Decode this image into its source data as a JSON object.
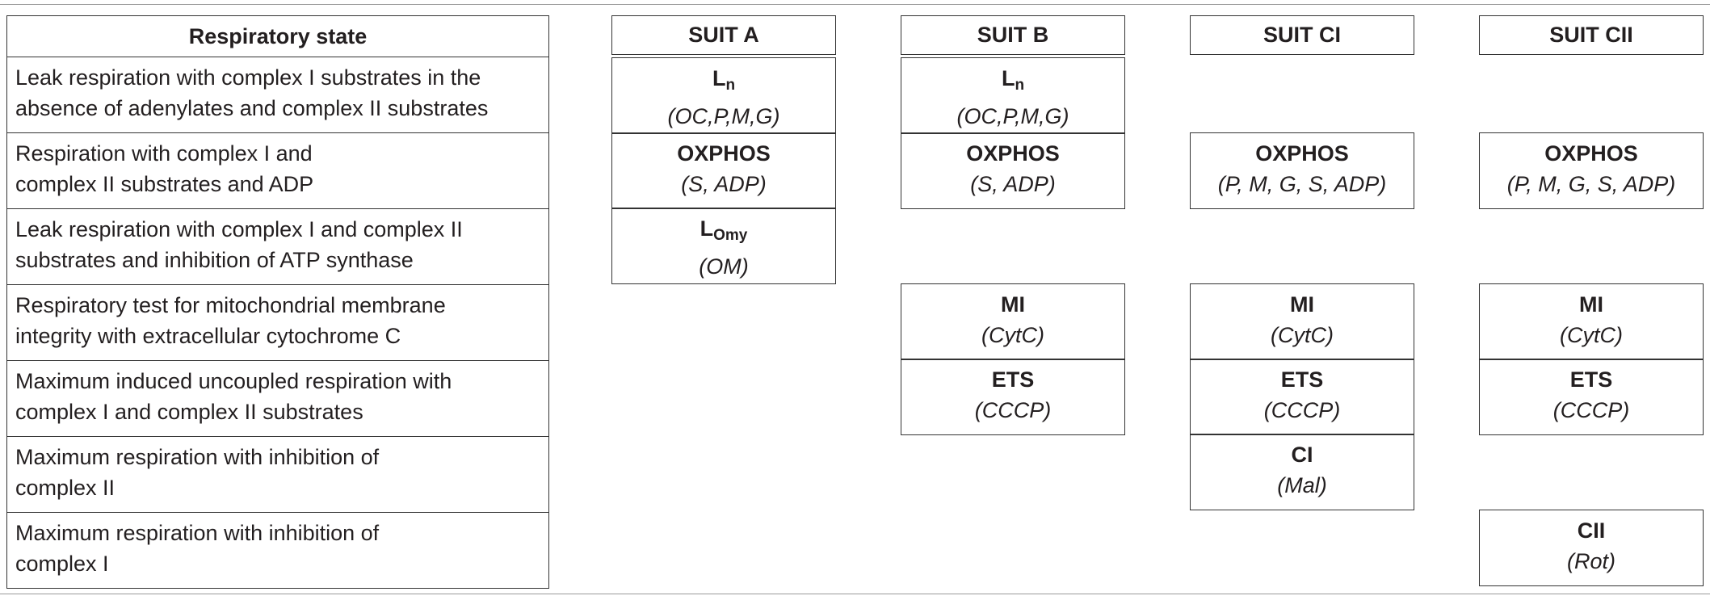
{
  "table": {
    "header": "Respiratory state",
    "states": [
      "Leak respiration with complex I substrates in the absence of adenylates and complex II substrates",
      "Respiration with complex I and complex II substrates and ADP",
      "Leak respiration with complex I and complex II substrates and inhibition of ATP synthase",
      "Respiratory test for mitochondrial membrane integrity with extracellular cytochrome C",
      "Maximum induced uncoupled respiration with complex I and complex II substrates",
      "Maximum respiration with inhibition of complex II",
      "Maximum respiration with inhibition of complex I"
    ],
    "states_lines": [
      [
        "Leak respiration with complex I substrates in the",
        "absence of adenylates and complex II substrates"
      ],
      [
        "Respiration with complex I and",
        "complex II substrates and ADP"
      ],
      [
        "Leak respiration with complex I and complex II",
        "substrates and inhibition of ATP synthase"
      ],
      [
        "Respiratory test for mitochondrial membrane",
        "integrity with extracellular cytochrome C"
      ],
      [
        "Maximum induced uncoupled respiration with",
        "complex I and complex II substrates"
      ],
      [
        "Maximum respiration with inhibition of",
        "complex II"
      ],
      [
        "Maximum respiration with inhibition of",
        "complex I"
      ]
    ],
    "protocols": [
      {
        "label": "SUIT A",
        "cells": [
          {
            "name": "L",
            "sub": "n",
            "agents": "(OC,P,M,G)"
          },
          {
            "name": "OXPHOS",
            "sub": "",
            "agents": "(S, ADP)"
          },
          {
            "name": "L",
            "sub": "Omy",
            "agents": "(OM)"
          }
        ]
      },
      {
        "label": "SUIT B",
        "cells": [
          {
            "name": "L",
            "sub": "n",
            "agents": "(OC,P,M,G)"
          },
          {
            "name": "OXPHOS",
            "sub": "",
            "agents": "(S, ADP)"
          },
          {
            "name": "MI",
            "sub": "",
            "agents": "(CytC)"
          },
          {
            "name": "ETS",
            "sub": "",
            "agents": "(CCCP)"
          }
        ]
      },
      {
        "label": "SUIT CI",
        "cells": [
          {
            "name": "OXPHOS",
            "sub": "",
            "agents": "(P, M, G, S, ADP)"
          },
          {
            "name": "MI",
            "sub": "",
            "agents": "(CytC)"
          },
          {
            "name": "ETS",
            "sub": "",
            "agents": "(CCCP)"
          },
          {
            "name": "CI",
            "sub": "",
            "agents": "(Mal)"
          }
        ]
      },
      {
        "label": "SUIT CII",
        "cells": [
          {
            "name": "OXPHOS",
            "sub": "",
            "agents": "(P, M, G, S, ADP)"
          },
          {
            "name": "MI",
            "sub": "",
            "agents": "(CytC)"
          },
          {
            "name": "ETS",
            "sub": "",
            "agents": "(CCCP)"
          },
          {
            "name": "CII",
            "sub": "",
            "agents": "(Rot)"
          }
        ]
      }
    ]
  }
}
